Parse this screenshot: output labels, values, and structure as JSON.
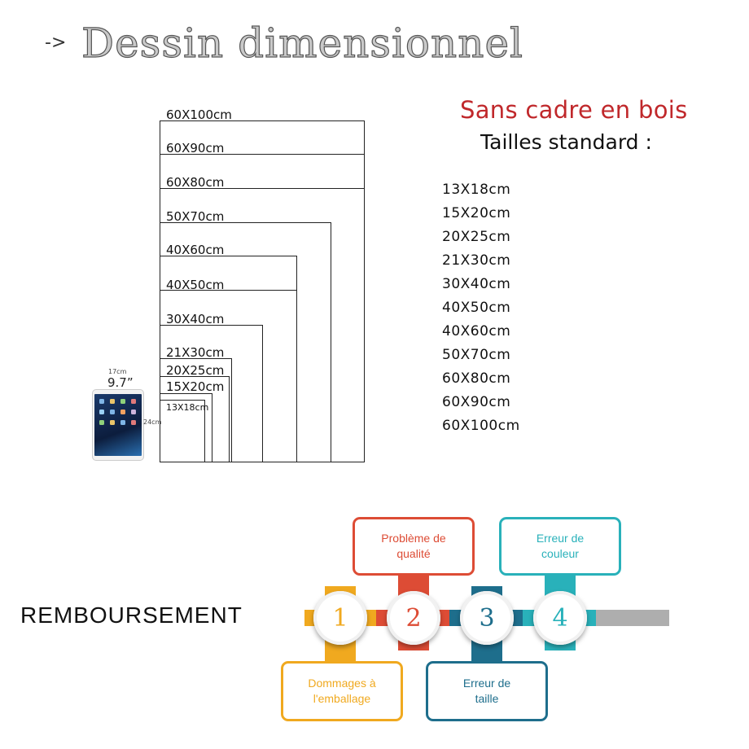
{
  "header": {
    "arrow": "->",
    "title": "Dessin dimensionnel"
  },
  "diagram": {
    "sizes": [
      {
        "label": "60X100cm"
      },
      {
        "label": "60X90cm"
      },
      {
        "label": "60X80cm"
      },
      {
        "label": "50X70cm"
      },
      {
        "label": "40X60cm"
      },
      {
        "label": "40X50cm"
      },
      {
        "label": "30X40cm"
      },
      {
        "label": "21X30cm"
      },
      {
        "label": "20X25cm"
      },
      {
        "label": "15X20cm"
      },
      {
        "label": "13X18cm"
      }
    ],
    "tablet": {
      "width_label": "17cm",
      "diag_label": "9.7”",
      "height_label": "24cm"
    }
  },
  "standard": {
    "heading": "Sans cadre en bois",
    "subheading": "Tailles standard :",
    "sizes": [
      "13X18cm",
      "15X20cm",
      "20X25cm",
      "21X30cm",
      "30X40cm",
      "40X50cm",
      "40X60cm",
      "50X70cm",
      "60X80cm",
      "60X90cm",
      "60X100cm"
    ]
  },
  "refund": {
    "title": "REMBOURSEMENT",
    "steps": [
      {
        "number": "1",
        "text": "Dommages à l'emballage",
        "color": "#f0a91f"
      },
      {
        "number": "2",
        "text": "Problème de qualité",
        "color": "#dd4c35"
      },
      {
        "number": "3",
        "text": "Erreur de taille",
        "color": "#1e6e8c"
      },
      {
        "number": "4",
        "text": "Erreur de couleur",
        "color": "#29b1ba"
      }
    ],
    "end_bar_color": "#aeaeae"
  }
}
